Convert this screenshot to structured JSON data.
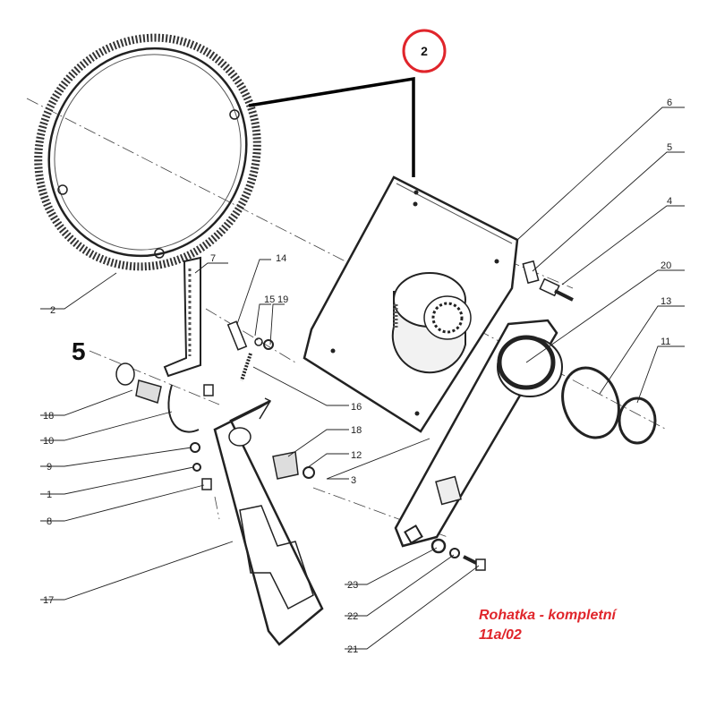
{
  "callout": {
    "label": "2",
    "color": "#e0252b"
  },
  "figure_number": "5",
  "caption": {
    "title": "Rohatka - kompletní",
    "code": "11a/02",
    "color": "#e0252b"
  },
  "part_labels": {
    "p2": "2",
    "p3": "3",
    "p4": "4",
    "p5": "5",
    "p6": "6",
    "p7": "7",
    "p10": "10",
    "p11": "11",
    "p12": "12",
    "p13": "13",
    "p14": "14",
    "p15": "15",
    "p16": "16",
    "p17": "17",
    "p18a": "18",
    "p18b": "18",
    "p19": "19",
    "p20": "20",
    "p21": "21",
    "p22": "22",
    "p23": "23",
    "p1": "1",
    "p8": "8",
    "p9": "9"
  }
}
